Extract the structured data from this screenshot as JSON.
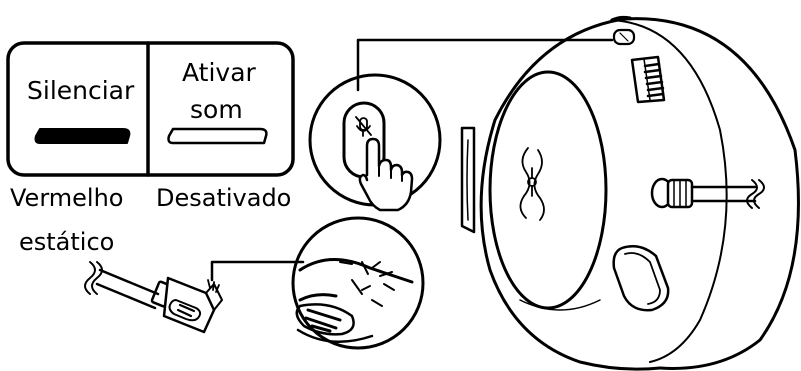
{
  "panel": {
    "mute_label": "Silenciar",
    "unmute_label_line1": "Ativar",
    "unmute_label_line2": "som"
  },
  "status": {
    "mute_status_line1": "Vermelho",
    "mute_status_line2": "estático",
    "unmute_status": "Desativado"
  },
  "colors": {
    "ink": "#000000",
    "background": "#ffffff"
  },
  "icons": [
    "mic-mute-icon",
    "pointing-hand-icon",
    "razer-logo-icon",
    "volume-wheel-icon",
    "mute-switch-icon"
  ]
}
